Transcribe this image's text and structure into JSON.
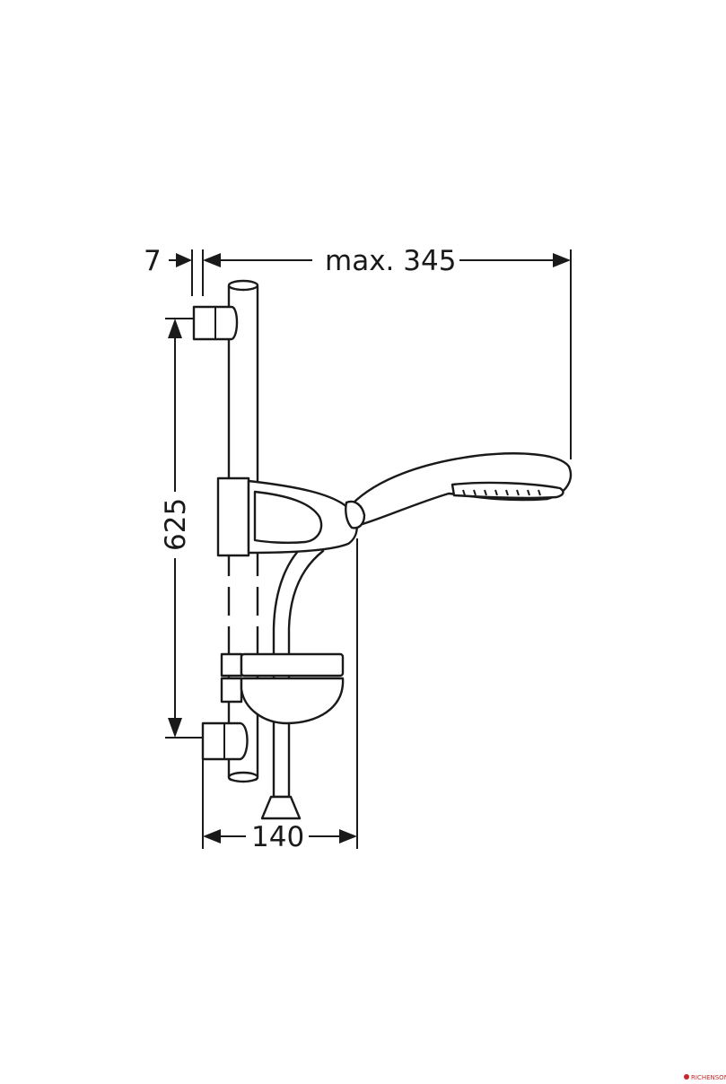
{
  "dimensions": {
    "rail_offset": "7",
    "max_projection": "max. 345",
    "rail_height": "625",
    "bracket_projection": "140"
  },
  "watermark": "RICHENSON",
  "colors": {
    "line": "#1a1a1a",
    "background": "#ffffff",
    "watermark": "#c62828"
  }
}
